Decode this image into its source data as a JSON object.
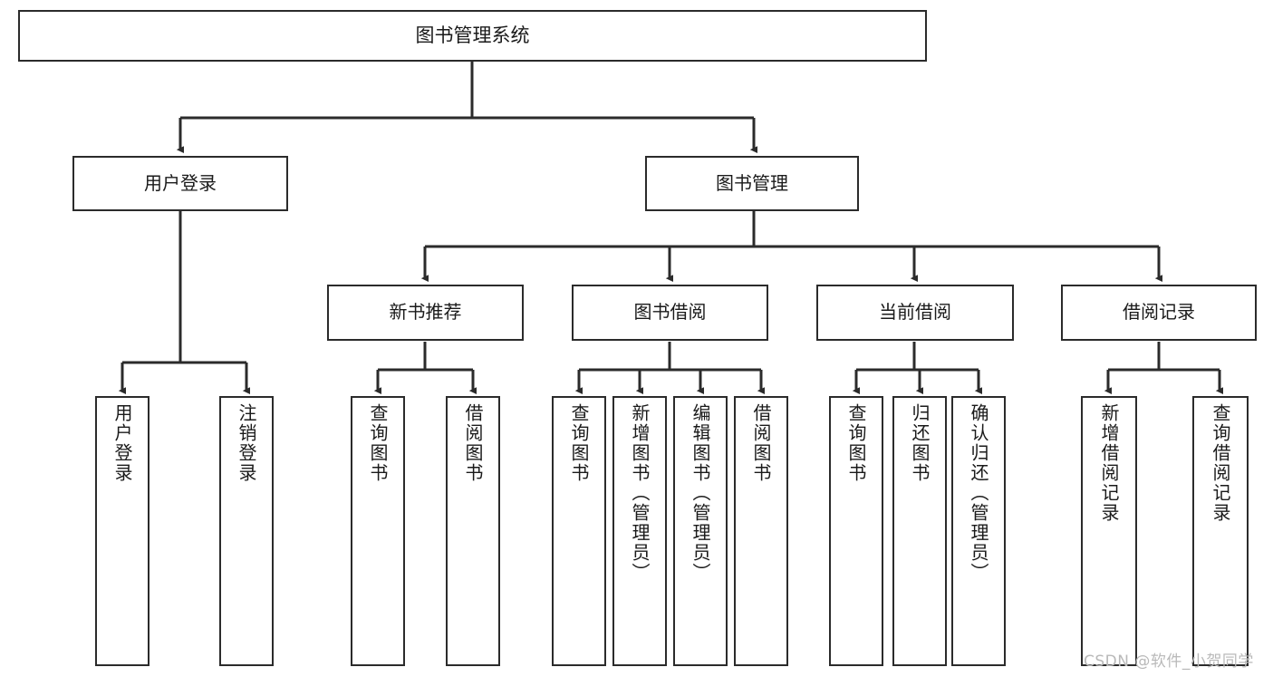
{
  "diagram": {
    "type": "tree-hierarchy",
    "title": "图书管理系统",
    "watermark": "CSDN @软件_小贺同学",
    "colors": {
      "box_border": "#2b2b2b",
      "box_fill": "#ffffff",
      "connector": "#2b2b2b",
      "text": "#1a1a1a",
      "watermark": "#b9b9b9"
    },
    "nodes": {
      "root": {
        "label": "图书管理系统"
      },
      "level1": [
        {
          "label": "用户登录"
        },
        {
          "label": "图书管理"
        }
      ],
      "level2": [
        {
          "label": "新书推荐"
        },
        {
          "label": "图书借阅"
        },
        {
          "label": "当前借阅"
        },
        {
          "label": "借阅记录"
        }
      ],
      "leaves_user_login": [
        {
          "label": "用户登录"
        },
        {
          "label": "注销登录"
        }
      ],
      "leaves_new_book": [
        {
          "label": "查询图书"
        },
        {
          "label": "借阅图书"
        }
      ],
      "leaves_borrow": [
        {
          "label": "查询图书"
        },
        {
          "label": "新增图书（管理员）"
        },
        {
          "label": "编辑图书（管理员）"
        },
        {
          "label": "借阅图书"
        }
      ],
      "leaves_current": [
        {
          "label": "查询图书"
        },
        {
          "label": "归还图书"
        },
        {
          "label": "确认归还（管理员）"
        }
      ],
      "leaves_record": [
        {
          "label": "新增借阅记录"
        },
        {
          "label": "查询借阅记录"
        }
      ]
    }
  }
}
